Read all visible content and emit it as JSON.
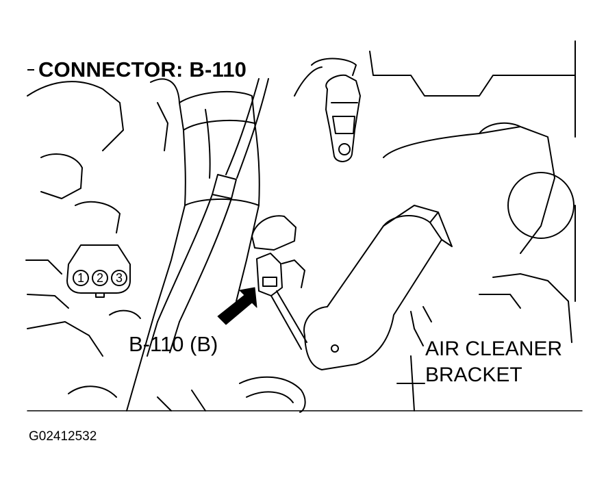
{
  "title": "CONNECTOR: B-110",
  "connector_callout": "B-110 (B)",
  "bracket_callout": {
    "line1": "AIR CLEANER",
    "line2": "BRACKET"
  },
  "connector_face": {
    "pins": [
      "1",
      "2",
      "3"
    ]
  },
  "figure_id": "G02412532",
  "colors": {
    "ink": "#000000",
    "background": "#ffffff"
  },
  "icons": [
    "callout-arrow-icon",
    "connector-face-icon"
  ]
}
